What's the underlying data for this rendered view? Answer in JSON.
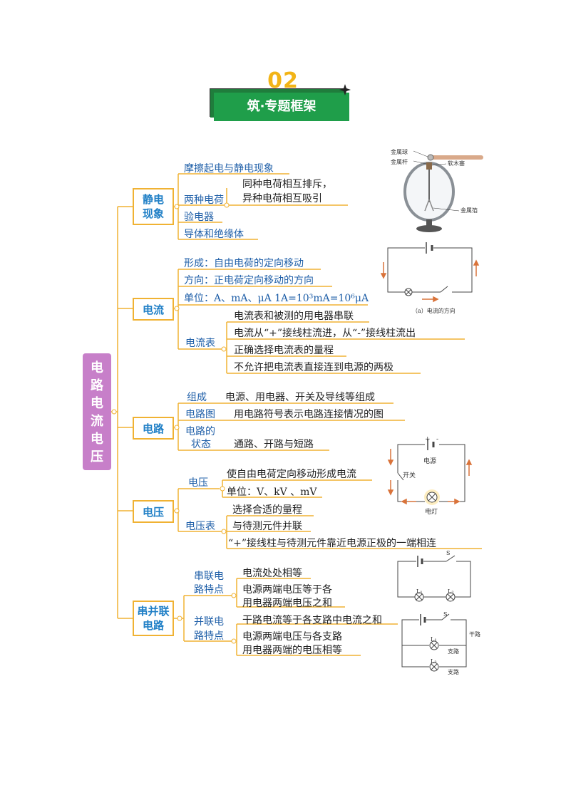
{
  "header": {
    "number": "02",
    "title": "筑·专题框架"
  },
  "root": {
    "title": "电路电流电压"
  },
  "branches": {
    "static": {
      "title": "静电现象",
      "items": [
        "摩擦起电与静电现象",
        "两种电荷",
        "验电器",
        "导体和绝缘体"
      ],
      "charges_detail": [
        "同种电荷相互排斥，",
        "异种电荷相互吸引"
      ]
    },
    "current": {
      "title": "电流",
      "form": "形成：自由电荷的定向移动",
      "direction": "方向：正电荷定向移动的方向",
      "unit": "单位：A、mA、μA  1A=10³mA=10⁶μA",
      "ammeter": "电流表",
      "ammeter_items": [
        "电流表和被测的用电器串联",
        "电流从“+”接线柱流进，从“-”接线柱流出",
        "正确选择电流表的量程",
        "不允许把电流表直接连到电源的两极"
      ]
    },
    "circuit": {
      "title": "电路",
      "composition_label": "组成",
      "composition": "电源、用电器、开关及导线等组成",
      "diagram_label": "电路图",
      "diagram": "用电路符号表示电路连接情况的图",
      "state_label_1": "电路的",
      "state_label_2": "状态",
      "state": "通路、开路与短路"
    },
    "voltage": {
      "title": "电压",
      "voltage_label": "电压",
      "voltage_items": [
        "使自由电荷定向移动形成电流",
        "单位：V、kV 、mV"
      ],
      "meter_label": "电压表",
      "meter_items": [
        "选择合适的量程",
        "与待测元件并联",
        "“+”接线柱与待测元件靠近电源正极的一端相连"
      ]
    },
    "series_parallel": {
      "title": "串并联电路",
      "series_label_1": "串联电",
      "series_label_2": "路特点",
      "series_items": [
        "电流处处相等",
        "电源两端电压等于各",
        "用电器两端电压之和"
      ],
      "parallel_label_1": "并联电",
      "parallel_label_2": "路特点",
      "parallel_items": [
        "干路电流等于各支路中电流之和",
        "电源两端电压与各支路",
        "用电器两端的电压相等"
      ]
    }
  },
  "figures": {
    "electroscope": {
      "labels": [
        "金属球",
        "金属杆",
        "软木塞",
        "金属箔"
      ]
    },
    "current_direction": {
      "caption": "（a）电流的方向"
    },
    "circuit_parts": {
      "labels": [
        "电源",
        "开关",
        "电灯"
      ],
      "plus": "+",
      "minus": "-"
    },
    "series_circuit": {
      "labels": [
        "S",
        "L₁",
        "L₂"
      ]
    },
    "parallel_circuit": {
      "labels": [
        "S",
        "L₁",
        "L₂",
        "干路",
        "支路",
        "支路"
      ]
    }
  }
}
